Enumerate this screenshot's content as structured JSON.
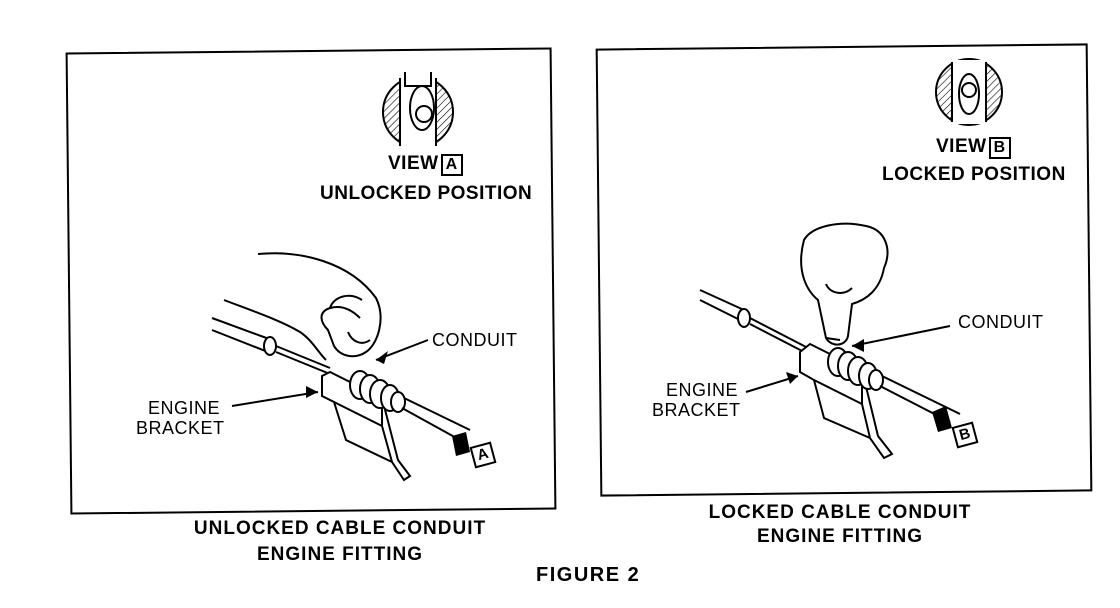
{
  "left": {
    "view_word": "VIEW",
    "view_letter": "A",
    "position": "UNLOCKED POSITION",
    "conduit": "CONDUIT",
    "bracket_line1": "ENGINE",
    "bracket_line2": "BRACKET",
    "arrow_letter": "A",
    "caption_line1": "UNLOCKED CABLE CONDUIT",
    "caption_line2": "ENGINE FITTING"
  },
  "right": {
    "view_word": "VIEW",
    "view_letter": "B",
    "position": "LOCKED POSITION",
    "conduit": "CONDUIT",
    "bracket_line1": "ENGINE",
    "bracket_line2": "BRACKET",
    "arrow_letter": "B",
    "caption_line1": "LOCKED CABLE CONDUIT",
    "caption_line2": "ENGINE FITTING"
  },
  "figure_title": "FIGURE 2"
}
